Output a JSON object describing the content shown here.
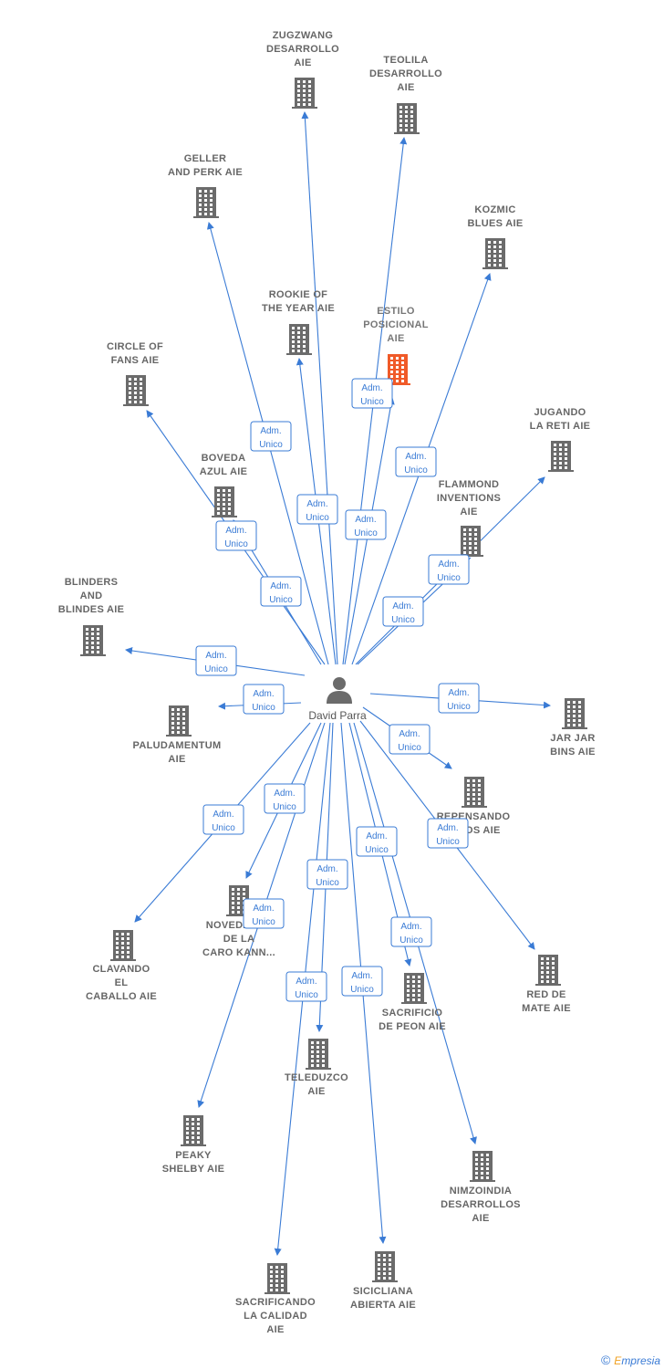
{
  "center": {
    "label": "David Parra"
  },
  "relation_label": [
    "Adm.",
    "Unico"
  ],
  "colors": {
    "edge": "#3a7bd5",
    "building": "#6b6b6b",
    "highlight": "#f05a28",
    "person": "#6b6b6b"
  },
  "companies": [
    {
      "id": "zugzwang",
      "lines": [
        "ZUGZWANG",
        "DESARROLLO",
        "AIE"
      ],
      "highlight": false
    },
    {
      "id": "teolila",
      "lines": [
        "TEOLILA",
        "DESARROLLO",
        "AIE"
      ],
      "highlight": false
    },
    {
      "id": "geller",
      "lines": [
        "GELLER",
        "AND PERK  AIE"
      ],
      "highlight": false
    },
    {
      "id": "kozmic",
      "lines": [
        "KOZMIC",
        "BLUES  AIE"
      ],
      "highlight": false
    },
    {
      "id": "rookie",
      "lines": [
        "ROOKIE OF",
        "THE YEAR  AIE"
      ],
      "highlight": false
    },
    {
      "id": "estilo",
      "lines": [
        "ESTILO",
        "POSICIONAL",
        "AIE"
      ],
      "highlight": true
    },
    {
      "id": "circle",
      "lines": [
        "CIRCLE OF",
        "FANS  AIE"
      ],
      "highlight": false
    },
    {
      "id": "jugando",
      "lines": [
        "JUGANDO",
        "LA RETI  AIE"
      ],
      "highlight": false
    },
    {
      "id": "boveda",
      "lines": [
        "BOVEDA",
        "AZUL  AIE"
      ],
      "highlight": false
    },
    {
      "id": "flammond",
      "lines": [
        "FLAMMOND",
        "INVENTIONS",
        "AIE"
      ],
      "highlight": false
    },
    {
      "id": "blinders",
      "lines": [
        "BLINDERS",
        "AND",
        "BLINDES  AIE"
      ],
      "highlight": false
    },
    {
      "id": "paludamentum",
      "lines": [
        "PALUDAMENTUM",
        "AIE"
      ],
      "highlight": false
    },
    {
      "id": "jarjar",
      "lines": [
        "JAR JAR",
        "BINS  AIE"
      ],
      "highlight": false
    },
    {
      "id": "repensando",
      "lines": [
        "REPENSANDO",
        "ELTOS  AIE"
      ],
      "highlight": false
    },
    {
      "id": "clavando",
      "lines": [
        "CLAVANDO",
        "EL",
        "CABALLO  AIE"
      ],
      "highlight": false
    },
    {
      "id": "novedades",
      "lines": [
        "NOVEDADES",
        "DE LA",
        "CARO KANN..."
      ],
      "highlight": false
    },
    {
      "id": "redmate",
      "lines": [
        "RED DE",
        "MATE  AIE"
      ],
      "highlight": false
    },
    {
      "id": "sacrificio",
      "lines": [
        "SACRIFICIO",
        "DE PEON  AIE"
      ],
      "highlight": false
    },
    {
      "id": "teleduzco",
      "lines": [
        "TELEDUZCO",
        "AIE"
      ],
      "highlight": false
    },
    {
      "id": "peaky",
      "lines": [
        "PEAKY",
        "SHELBY  AIE"
      ],
      "highlight": false
    },
    {
      "id": "nimzo",
      "lines": [
        "NIMZOINDIA",
        "DESARROLLOS",
        "AIE"
      ],
      "highlight": false
    },
    {
      "id": "sacrificando",
      "lines": [
        "SACRIFICANDO",
        "LA CALIDAD",
        "AIE"
      ],
      "highlight": false
    },
    {
      "id": "siciliana",
      "lines": [
        "SICICLIANA",
        "ABIERTA  AIE"
      ],
      "highlight": false
    }
  ],
  "footer": {
    "copyright": "©",
    "brand_first": "E",
    "brand_rest": "mpresia"
  }
}
